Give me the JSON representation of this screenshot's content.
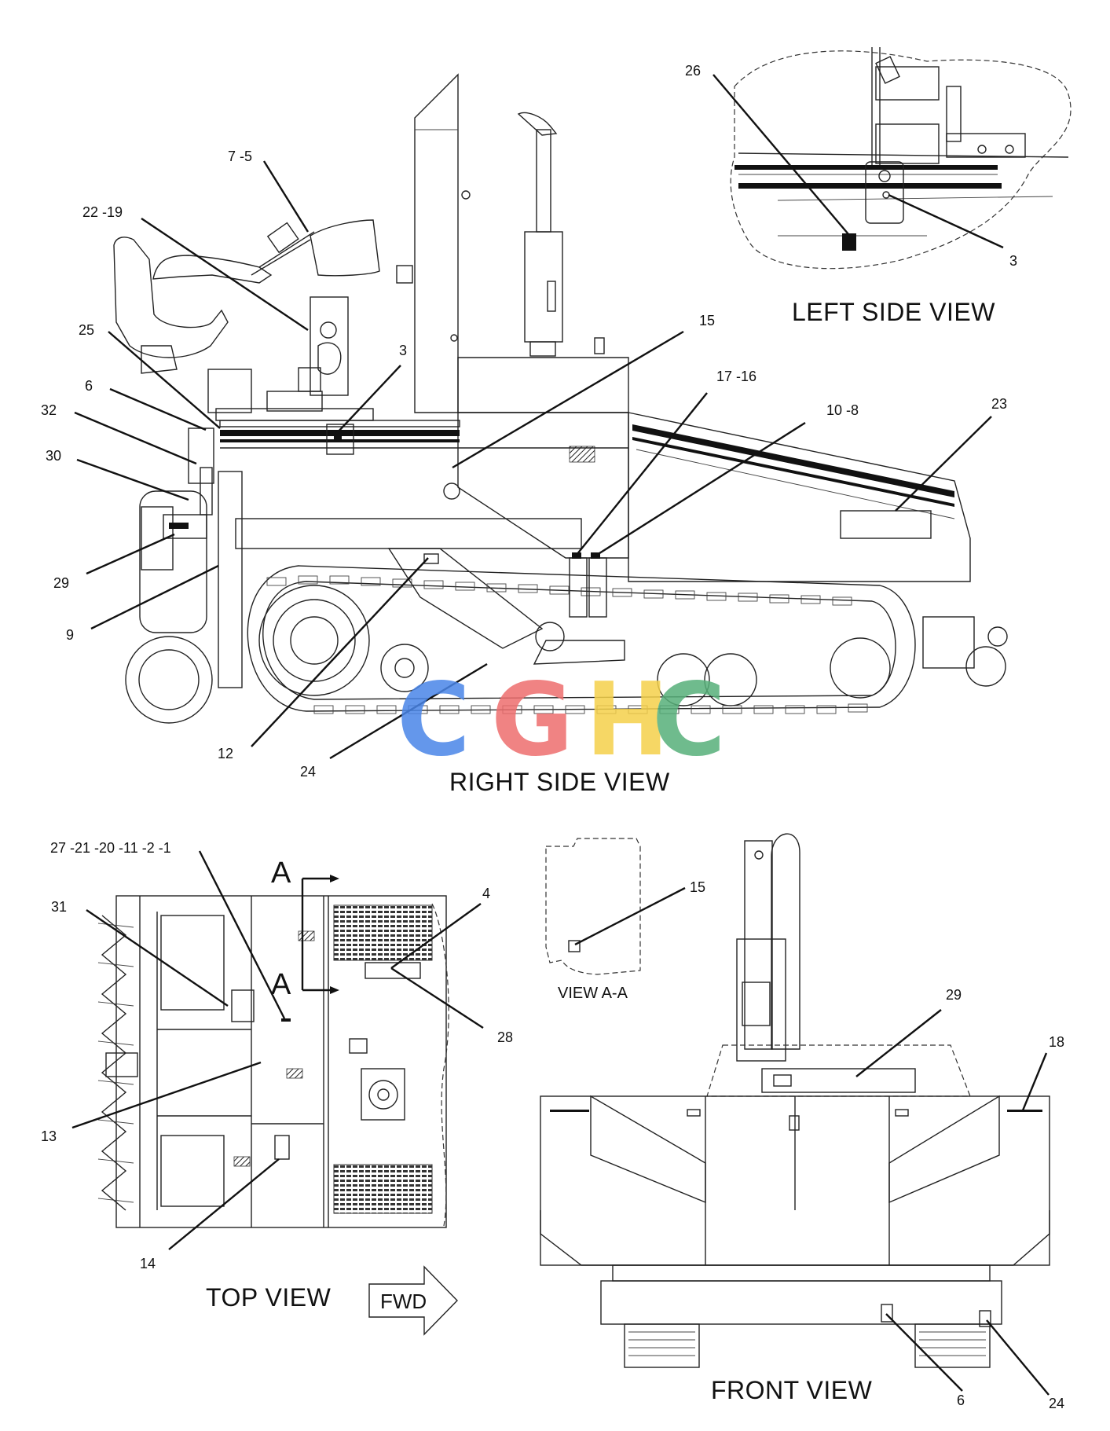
{
  "views": {
    "right_side": "RIGHT SIDE VIEW",
    "left_side": "LEFT SIDE VIEW",
    "top": "TOP VIEW",
    "front": "FRONT VIEW",
    "section": "VIEW A-A",
    "section_marker": "A"
  },
  "fwd_arrow": "FWD",
  "watermark": {
    "letters": [
      "C",
      "G",
      "H",
      "C"
    ],
    "colors": [
      "#4a86e8",
      "#ee6e6e",
      "#f5d14b",
      "#57b07a"
    ]
  },
  "callouts": {
    "rs_7_5": "7 -5",
    "rs_22_19": "22 -19",
    "rs_25": "25",
    "rs_6": "6",
    "rs_32": "32",
    "rs_30": "30",
    "rs_29": "29",
    "rs_9": "9",
    "rs_3": "3",
    "rs_15": "15",
    "rs_17_16": "17 -16",
    "rs_10_8": "10 -8",
    "rs_23": "23",
    "rs_12": "12",
    "rs_24": "24",
    "ls_26": "26",
    "ls_3": "3",
    "tv_27_1": "27 -21 -20 -11 -2 -1",
    "tv_31": "31",
    "tv_4": "4",
    "tv_28": "28",
    "tv_13": "13",
    "tv_14": "14",
    "va_15": "15",
    "fv_29": "29",
    "fv_18": "18",
    "fv_6": "6",
    "fv_24": "24"
  }
}
